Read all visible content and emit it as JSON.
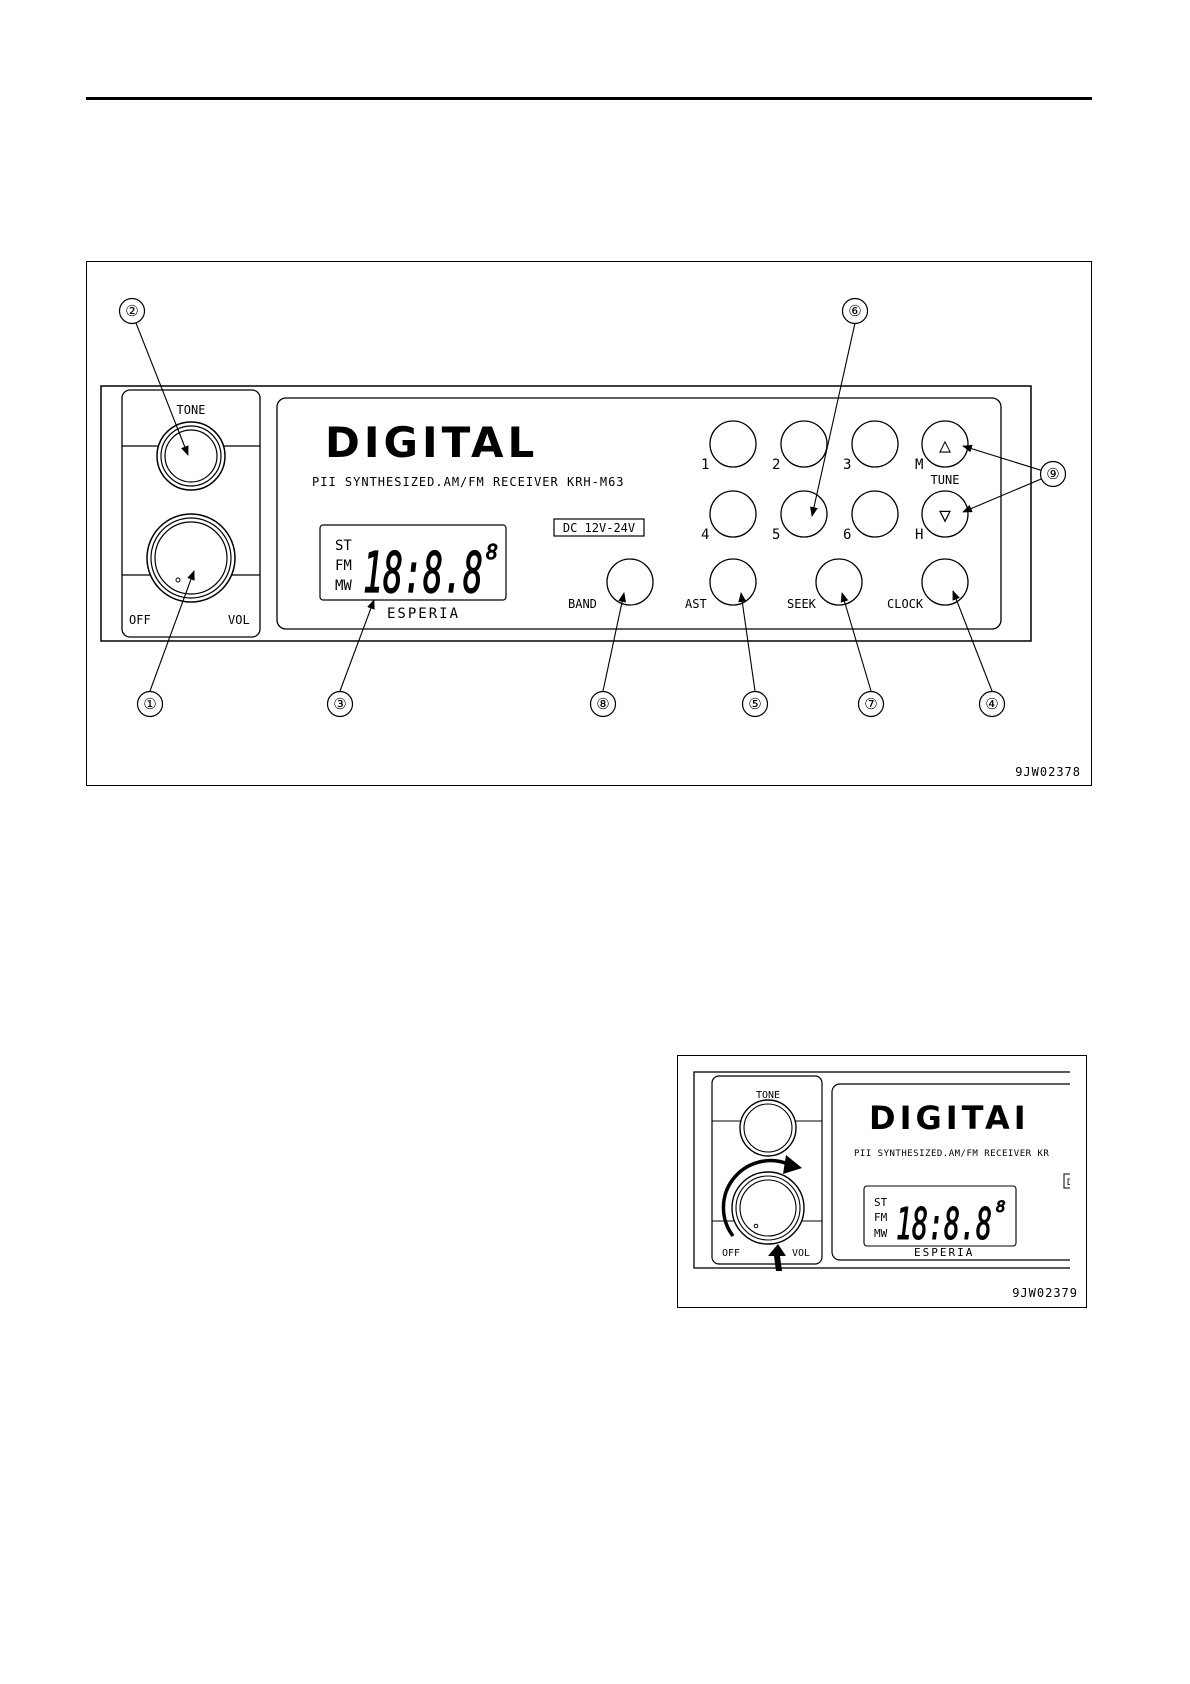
{
  "figure1": {
    "code": "9JW02378",
    "brand": "DIGITAL",
    "model_line": "PII SYNTHESIZED.AM/FM RECEIVER KRH-M63",
    "voltage": "DC 12V-24V",
    "maker": "ESPERIA",
    "display": {
      "mode_st": "ST",
      "mode_fm": "FM",
      "mode_mw": "MW",
      "digits": "18:8.8",
      "small_digit": "8"
    },
    "knobs": {
      "tone": "TONE",
      "off": "OFF",
      "vol": "VOL"
    },
    "presets": [
      "1",
      "2",
      "3",
      "4",
      "5",
      "6"
    ],
    "side_labels": {
      "m": "M",
      "h": "H",
      "tune": "TUNE",
      "up": "△",
      "down": "▽"
    },
    "buttons": {
      "band": "BAND",
      "ast": "AST",
      "seek": "SEEK",
      "clock": "CLOCK"
    },
    "callouts": [
      "①",
      "②",
      "③",
      "④",
      "⑤",
      "⑥",
      "⑦",
      "⑧",
      "⑨"
    ]
  },
  "figure2": {
    "code": "9JW02379",
    "brand": "DIGITAI",
    "model_line": "PII SYNTHESIZED.AM/FM RECEIVER KR",
    "voltage": "DC",
    "maker": "ESPERIA",
    "display": {
      "mode_st": "ST",
      "mode_fm": "FM",
      "mode_mw": "MW",
      "digits": "18:8.8",
      "small_digit": "8"
    },
    "knobs": {
      "tone": "TONE",
      "off": "OFF",
      "vol": "VOL"
    }
  }
}
